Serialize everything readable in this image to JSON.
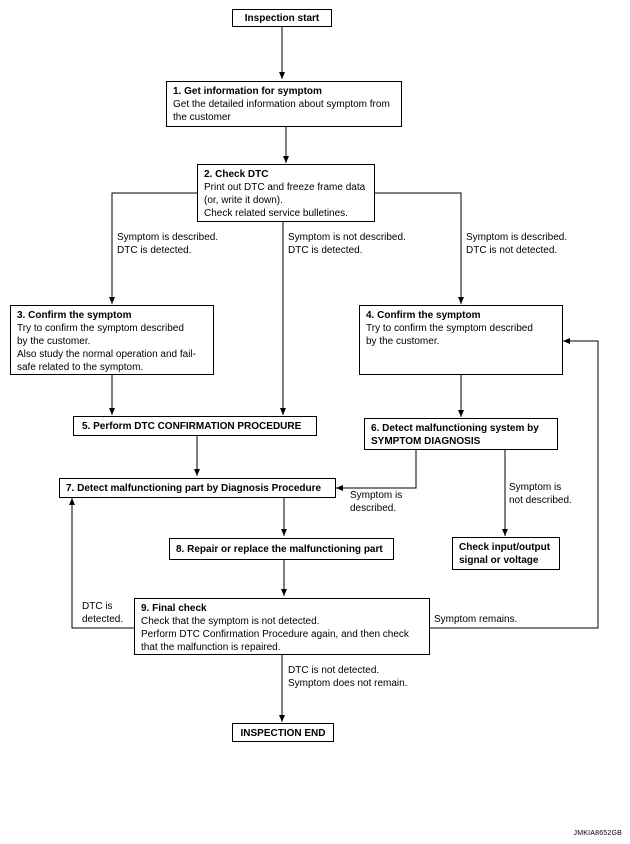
{
  "flowchart": {
    "start": "Inspection start",
    "step1": {
      "title": "1. Get information for symptom",
      "lines": [
        "Get the detailed information about symptom from",
        "the customer"
      ]
    },
    "step2": {
      "title": "2. Check DTC",
      "lines": [
        "Print out DTC and freeze frame data",
        "(or, write it down).",
        "Check related service bulletines."
      ]
    },
    "step3": {
      "title": "3. Confirm the symptom",
      "lines": [
        "Try to confirm the symptom described",
        "by the customer.",
        "Also study the normal operation and fail-",
        "safe related to the symptom."
      ]
    },
    "step4": {
      "title": "4. Confirm the symptom",
      "lines": [
        "Try to confirm the symptom described",
        "by the customer."
      ]
    },
    "step5": {
      "title": "5. Perform DTC CONFIRMATION PROCEDURE"
    },
    "step6": {
      "title_lines": [
        "6. Detect malfunctioning system by",
        "SYMPTOM DIAGNOSIS"
      ]
    },
    "step7": {
      "title": "7. Detect malfunctioning part by Diagnosis Procedure"
    },
    "step8": {
      "title": "8. Repair or replace the malfunctioning part"
    },
    "step9": {
      "title": "9. Final check",
      "lines": [
        "Check that the symptom is not detected.",
        "Perform DTC Confirmation Procedure again, and then check",
        "that the malfunction is repaired."
      ]
    },
    "check_io": {
      "title_lines": [
        "Check input/output",
        "signal or voltage"
      ]
    },
    "end": "INSPECTION END"
  },
  "edge_labels": {
    "to_step3": [
      "Symptom is described.",
      "DTC is detected."
    ],
    "to_step5": [
      "Symptom is not described.",
      "DTC is detected."
    ],
    "to_step4": [
      "Symptom is described.",
      "DTC is not detected."
    ],
    "step6_to_step7": [
      "Symptom is",
      "described."
    ],
    "step6_to_checkio": [
      "Symptom is",
      "not described."
    ],
    "step9_to_step7": [
      "DTC is",
      "detected."
    ],
    "step9_to_step4": "Symptom remains.",
    "step9_to_end": [
      "DTC is not detected.",
      "Symptom does not remain."
    ]
  },
  "figure_id": "JMKIA8652GB"
}
